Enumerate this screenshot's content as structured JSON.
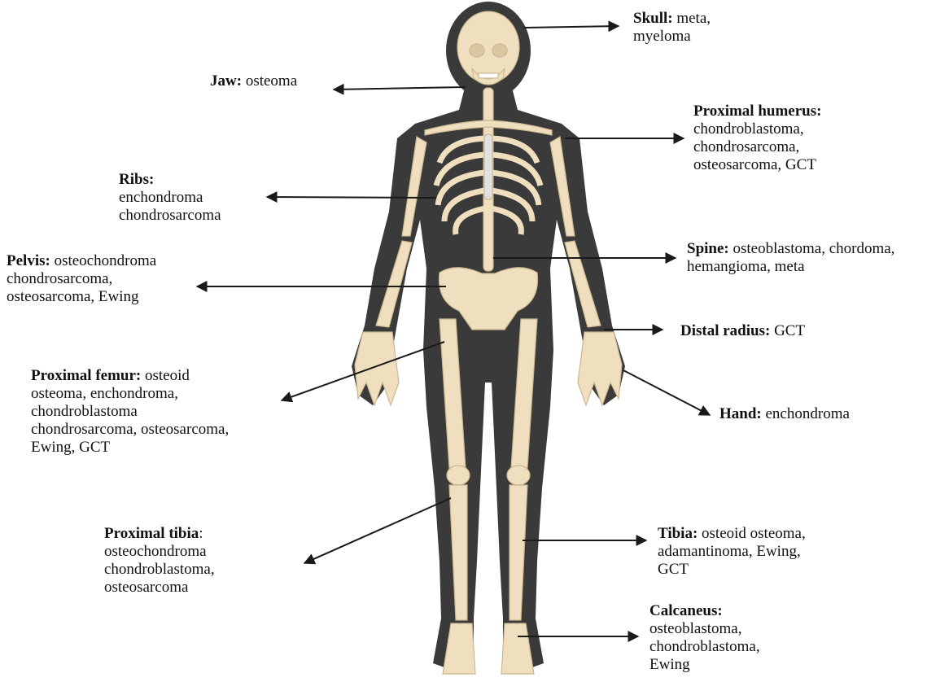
{
  "labels": {
    "skull": {
      "title": "Skull:",
      "lines": [
        "meta,",
        "myeloma"
      ]
    },
    "jaw": {
      "title": "Jaw:",
      "lines": [
        "osteoma"
      ]
    },
    "proximal_humerus": {
      "title": "Proximal humerus:",
      "lines": [
        "chondroblastoma,",
        "chondrosarcoma,",
        "osteosarcoma, GCT"
      ]
    },
    "ribs": {
      "title": "Ribs:",
      "lines": [
        "enchondroma",
        "chondrosarcoma"
      ]
    },
    "pelvis": {
      "title": "Pelvis:",
      "lines": [
        "osteochondroma",
        "chondrosarcoma,",
        "osteosarcoma, Ewing"
      ]
    },
    "spine": {
      "title": "Spine:",
      "lines": [
        "osteoblastoma, chordoma,",
        "hemangioma, meta"
      ]
    },
    "distal_radius": {
      "title": "Distal radius:",
      "lines": [
        "GCT"
      ]
    },
    "proximal_femur": {
      "title": "Proximal femur:",
      "lines": [
        "osteoid",
        "osteoma, enchondroma,",
        "chondroblastoma",
        "chondrosarcoma, osteosarcoma,",
        "Ewing, GCT"
      ]
    },
    "hand": {
      "title": "Hand:",
      "lines": [
        "enchondroma"
      ]
    },
    "proximal_tibia": {
      "title": "Proximal tibia",
      "suffix": ":",
      "lines": [
        "osteochondroma",
        "chondroblastoma,",
        "osteosarcoma"
      ]
    },
    "tibia": {
      "title": "Tibia:",
      "lines": [
        "osteoid osteoma,",
        "adamantinoma, Ewing,",
        "GCT"
      ]
    },
    "calcaneus": {
      "title": "Calcaneus:",
      "lines": [
        "osteoblastoma,",
        "chondroblastoma,",
        "Ewing"
      ]
    }
  },
  "colors": {
    "silhouette": "#3a3a3a",
    "bone": "#efdfbf",
    "bone_shade": "#d9c7a1",
    "cartilage": "#dfe1e2",
    "arrow": "#1a1a1a"
  }
}
